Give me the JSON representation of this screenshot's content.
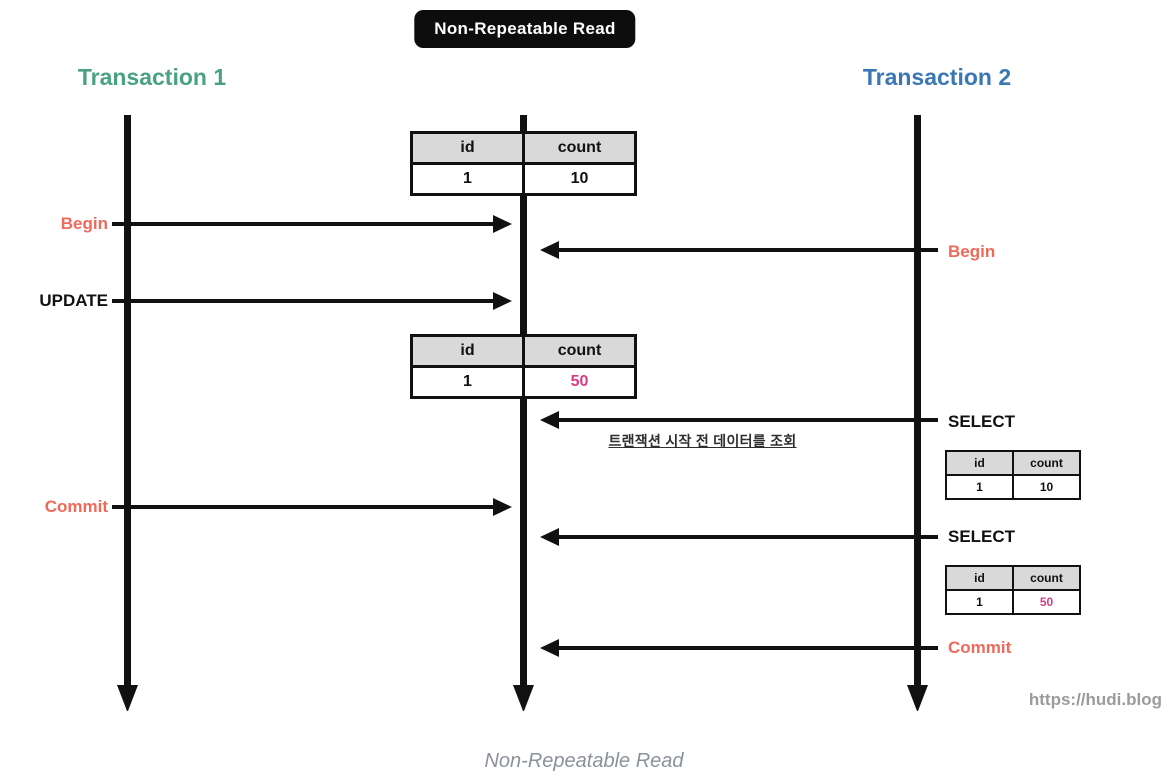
{
  "title": "Non-Repeatable Read",
  "caption": "Non-Repeatable Read",
  "watermark": "https://hudi.blog",
  "annotation": "트랜잭션 시작 전 데이터를 조회",
  "colors": {
    "timeline": "#111111",
    "transaction1": "#4aa183",
    "transaction2": "#3b77b5",
    "event_accent": "#ee6a5a",
    "changed_value": "#d63c82",
    "table_header_bg": "#d9d9d9",
    "caption_gray": "#8b919a",
    "watermark_gray": "#9b9b9b"
  },
  "transaction1": {
    "label": "Transaction 1",
    "events": [
      {
        "label": "Begin"
      },
      {
        "label": "UPDATE"
      },
      {
        "label": "Commit"
      }
    ]
  },
  "transaction2": {
    "label": "Transaction 2",
    "events": [
      {
        "label": "Begin"
      },
      {
        "label": "SELECT"
      },
      {
        "label": "SELECT"
      },
      {
        "label": "Commit"
      }
    ]
  },
  "tables": {
    "initial": {
      "headers": [
        "id",
        "count"
      ],
      "row": [
        "1",
        "10"
      ]
    },
    "after_update": {
      "headers": [
        "id",
        "count"
      ],
      "row": [
        "1",
        "50"
      ]
    },
    "select1": {
      "headers": [
        "id",
        "count"
      ],
      "row": [
        "1",
        "10"
      ]
    },
    "select2": {
      "headers": [
        "id",
        "count"
      ],
      "row": [
        "1",
        "50"
      ]
    }
  }
}
